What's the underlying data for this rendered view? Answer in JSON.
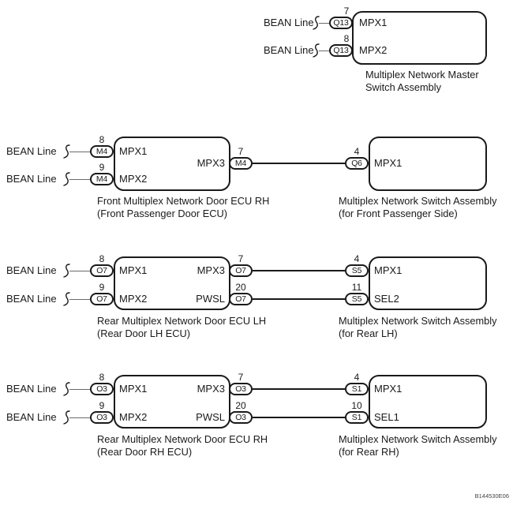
{
  "figure_code": "B144530E06",
  "bean": "BEAN Line",
  "master": {
    "inputs": [
      {
        "pin": "7",
        "conn": "Q13",
        "sig": "MPX1"
      },
      {
        "pin": "8",
        "conn": "Q13",
        "sig": "MPX2"
      }
    ],
    "caption1": "Multiplex Network Master",
    "caption2": "Switch Assembly"
  },
  "front": {
    "inputs": [
      {
        "pin": "8",
        "conn": "M4",
        "sig": "MPX1"
      },
      {
        "pin": "9",
        "conn": "M4",
        "sig": "MPX2"
      }
    ],
    "ecu_caption1": "Front Multiplex Network Door ECU RH",
    "ecu_caption2": "(Front Passenger Door ECU)",
    "links": [
      {
        "sig": "MPX3",
        "pin": "7",
        "conn": "M4",
        "sw_pin": "4",
        "sw_conn": "Q6",
        "sw_sig": "MPX1"
      }
    ],
    "sw_caption1": "Multiplex Network Switch Assembly",
    "sw_caption2": "(for Front Passenger Side)"
  },
  "rearLH": {
    "inputs": [
      {
        "pin": "8",
        "conn": "O7",
        "sig": "MPX1"
      },
      {
        "pin": "9",
        "conn": "O7",
        "sig": "MPX2"
      }
    ],
    "ecu_caption1": "Rear Multiplex Network Door ECU LH",
    "ecu_caption2": "(Rear Door LH ECU)",
    "links": [
      {
        "sig": "MPX3",
        "pin": "7",
        "conn": "O7",
        "sw_pin": "4",
        "sw_conn": "S5",
        "sw_sig": "MPX1"
      },
      {
        "sig": "PWSL",
        "pin": "20",
        "conn": "O7",
        "sw_pin": "11",
        "sw_conn": "S5",
        "sw_sig": "SEL2"
      }
    ],
    "sw_caption1": "Multiplex Network Switch Assembly",
    "sw_caption2": "(for Rear LH)"
  },
  "rearRH": {
    "inputs": [
      {
        "pin": "8",
        "conn": "O3",
        "sig": "MPX1"
      },
      {
        "pin": "9",
        "conn": "O3",
        "sig": "MPX2"
      }
    ],
    "ecu_caption1": "Rear Multiplex Network Door ECU RH",
    "ecu_caption2": "(Rear Door RH ECU)",
    "links": [
      {
        "sig": "MPX3",
        "pin": "7",
        "conn": "O3",
        "sw_pin": "4",
        "sw_conn": "S1",
        "sw_sig": "MPX1"
      },
      {
        "sig": "PWSL",
        "pin": "20",
        "conn": "O3",
        "sw_pin": "10",
        "sw_conn": "S1",
        "sw_sig": "SEL1"
      }
    ],
    "sw_caption1": "Multiplex Network Switch Assembly",
    "sw_caption2": "(for Rear RH)"
  }
}
